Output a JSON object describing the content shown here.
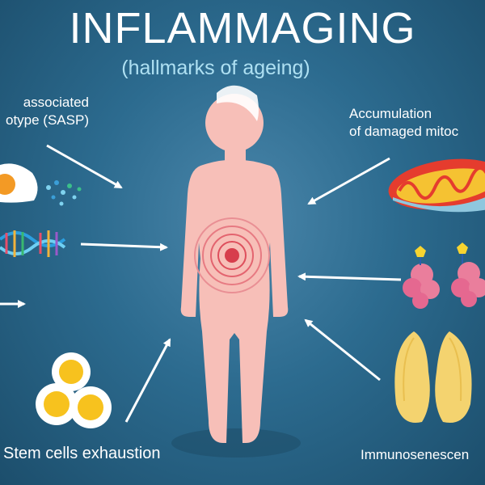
{
  "title": "INFLAMMAGING",
  "subtitle": "(hallmarks of ageing)",
  "labels": {
    "sasp_line1": "associated",
    "sasp_line2": "otype (SASP)",
    "mito_line1": "Accumulation",
    "mito_line2": "of damaged mitoc",
    "stem_cells": "Stem cells exhaustion",
    "immuno": "Immunosenescen"
  },
  "colors": {
    "background": "#2c6b8f",
    "body": "#f7bfb8",
    "arrow": "#ffffff",
    "title": "#ffffff",
    "subtitle": "#aee0f2"
  }
}
